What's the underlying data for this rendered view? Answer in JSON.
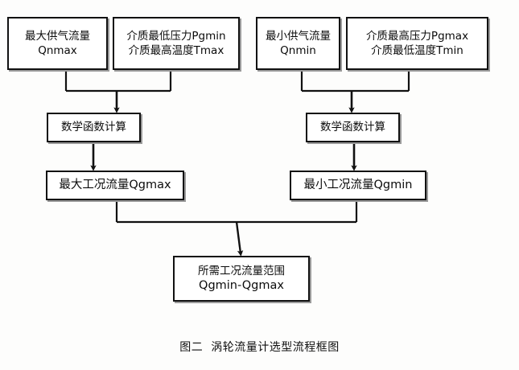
{
  "figure": {
    "caption": "图二  涡轮流量计选型流程框图",
    "background": "#fdfdfc",
    "line_color": "#111111",
    "text_color": "#0b0b0b"
  },
  "nodes": {
    "input_max_flow": {
      "line1": "最大供气流量",
      "line2": "Qnmax"
    },
    "input_min_pressure_max_temp": {
      "line1": "介质最低压力Pgmin",
      "line2": "介质最高温度Tmax"
    },
    "input_min_flow": {
      "line1": "最小供气流量",
      "line2": "Qnmin"
    },
    "input_max_pressure_min_temp": {
      "line1": "介质最高压力Pgmax",
      "line2": "介质最低温度Tmin"
    },
    "calc_left": {
      "label": "数学函数计算"
    },
    "calc_right": {
      "label": "数学函数计算"
    },
    "result_max": {
      "label": "最大工况流量Qgmax"
    },
    "result_min": {
      "label": "最小工况流量Qgmin"
    },
    "final_range": {
      "line1": "所需工况流量范围",
      "line2": "Qgmin-Qgmax"
    }
  },
  "chart_data": {
    "type": "diagram",
    "title": "图二  涡轮流量计选型流程框图",
    "flow": [
      {
        "from": [
          "最大供气流量 Qnmax",
          "介质最低压力Pgmin 介质最高温度Tmax"
        ],
        "to": "数学函数计算"
      },
      {
        "from": [
          "数学函数计算"
        ],
        "to": "最大工况流量Qgmax"
      },
      {
        "from": [
          "最小供气流量 Qnmin",
          "介质最高压力Pgmax 介质最低温度Tmin"
        ],
        "to": "数学函数计算"
      },
      {
        "from": [
          "数学函数计算"
        ],
        "to": "最小工况流量Qgmin"
      },
      {
        "from": [
          "最大工况流量Qgmax",
          "最小工况流量Qgmin"
        ],
        "to": "所需工况流量范围 Qgmin-Qgmax"
      }
    ]
  }
}
